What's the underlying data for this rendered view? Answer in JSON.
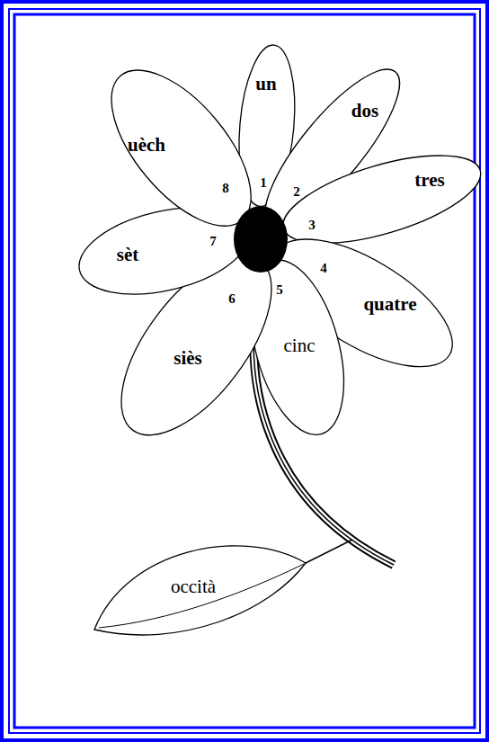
{
  "diagram": {
    "nodes": [
      {
        "text": [
          "un"
        ]
      },
      {
        "text": [
          "dos"
        ]
      },
      {
        "text": [
          "tres"
        ]
      },
      {
        "text": [
          "quatre"
        ]
      },
      {
        "text": [
          "cinc"
        ]
      },
      {
        "text": [
          "siès"
        ]
      },
      {
        "text": [
          "sèt"
        ]
      },
      {
        "text": [
          "uèch"
        ]
      },
      {
        "text": [
          "occità"
        ]
      }
    ],
    "labels": [
      "1",
      "2",
      "3",
      "4",
      "5",
      "6",
      "7",
      "8"
    ]
  }
}
